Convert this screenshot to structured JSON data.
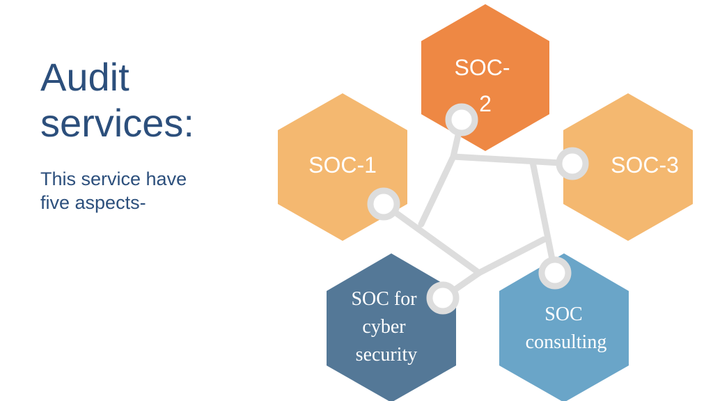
{
  "slide": {
    "title_lines": [
      "Audit",
      "services:"
    ],
    "subtitle_lines": [
      "This service have",
      "five aspects-"
    ]
  },
  "colors": {
    "title_text": "#2c4f7c",
    "orange_dark": "#ee8844",
    "orange_light": "#f4b870",
    "blue_dark": "#547897",
    "blue_light": "#6aa5c8",
    "connector": "#dddddd"
  },
  "diagram": {
    "hexagons": [
      {
        "id": "soc-2",
        "label_lines": [
          "SOC-",
          "2"
        ],
        "color": "#ee8844"
      },
      {
        "id": "soc-1",
        "label_lines": [
          "SOC-1"
        ],
        "color": "#f4b870"
      },
      {
        "id": "soc-3",
        "label_lines": [
          "SOC-3"
        ],
        "color": "#f4b870"
      },
      {
        "id": "soc-cyber",
        "label_lines": [
          "SOC for",
          "cyber",
          "security"
        ],
        "color": "#547897"
      },
      {
        "id": "soc-consulting",
        "label_lines": [
          "SOC",
          "consulting"
        ],
        "color": "#6aa5c8"
      }
    ]
  }
}
